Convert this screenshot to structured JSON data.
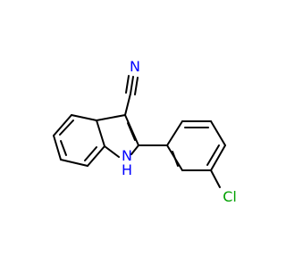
{
  "molecule": {
    "atom_labels": {
      "nitrogen_nitrile": "N",
      "nitrogen_indole": "N",
      "hydrogen_indole": "H",
      "chlorine": "Cl"
    },
    "colors": {
      "bond": "#000000",
      "nitrogen": "#0000ff",
      "chlorine": "#00a000"
    }
  }
}
